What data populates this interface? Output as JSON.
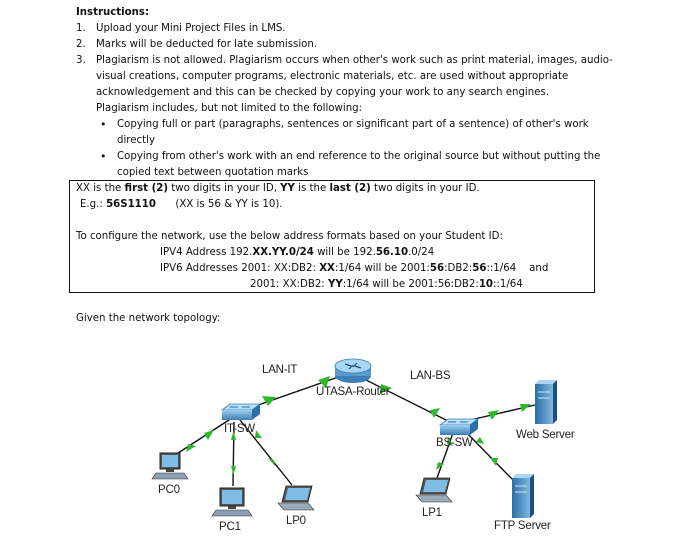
{
  "instructions": {
    "heading": "Instructions:",
    "items": [
      {
        "num": "1.",
        "text": "Upload your Mini Project Files in LMS."
      },
      {
        "num": "2.",
        "text": "Marks will be deducted for late submission."
      },
      {
        "num": "3.",
        "lines": [
          "Plagiarism is not allowed.  Plagiarism occurs when other's work such as print material, images, audio-",
          "visual  creations,  computer  programs,  electronic  materials,  etc.  are  used  without  appropriate",
          "acknowledgement and this can be checked by copying your work to any search engines."
        ]
      }
    ],
    "includes_line": "Plagiarism includes, but not limited to the following:",
    "bullets": [
      {
        "lines": [
          "Copying full or part (paragraphs, sentences or significant part of a sentence) of other's work",
          "directly"
        ]
      },
      {
        "lines": [
          "Copying from other's work with an end reference to the original source but without putting the",
          "copied text between quotation marks"
        ]
      }
    ]
  },
  "box": {
    "line1": {
      "p1": "XX is the ",
      "b1": "first (2)",
      "p2": " two digits in your ID, ",
      "b2": "YY",
      "p3": " is the ",
      "b3": "last (2)",
      "p4": " two digits in your ID."
    },
    "line2": {
      "p1": "E.g.: ",
      "b1": "56S1110",
      "p2": "      (XX is 56 & YY is 10)."
    },
    "line3": "To configure the network, use the below address formats based on your Student ID:",
    "line4": {
      "p1": "IPV4 Address 192.",
      "b1": "XX.YY.0/24",
      "p2": " will be 192.",
      "b2": "56.10",
      "p3": ".0/24"
    },
    "line5": {
      "p1": "IPV6 Addresses 2001: XX:DB2: ",
      "b1": "XX",
      "p2": ":1/64 will be 2001:",
      "b2": "56",
      "p3": ":DB2:",
      "b3": "56",
      "p4": "::1/64    and"
    },
    "line6": {
      "p1": "2001: XX:DB2: ",
      "b1": "YY",
      "p2": ":1/64 will be 2001:56:DB2:",
      "b2": "10",
      "p3": "::1/64"
    }
  },
  "topology_caption": "Given the network topology:",
  "topology": {
    "labels": {
      "lan_it": "LAN-IT",
      "router": "UTASA-Router",
      "lan_bs": "LAN-BS",
      "it_sw": "IT-SW",
      "bs_sw": "BS-SW",
      "web_server": "Web Server",
      "pc0": "PC0",
      "pc1": "PC1",
      "lp0": "LP0",
      "lp1": "LP1",
      "ftp_server": "FTP Server"
    },
    "colors": {
      "link": "#111111",
      "arrow": "#2eb82e",
      "device": "#3a7fb8",
      "device_light": "#8fc4e8"
    }
  }
}
